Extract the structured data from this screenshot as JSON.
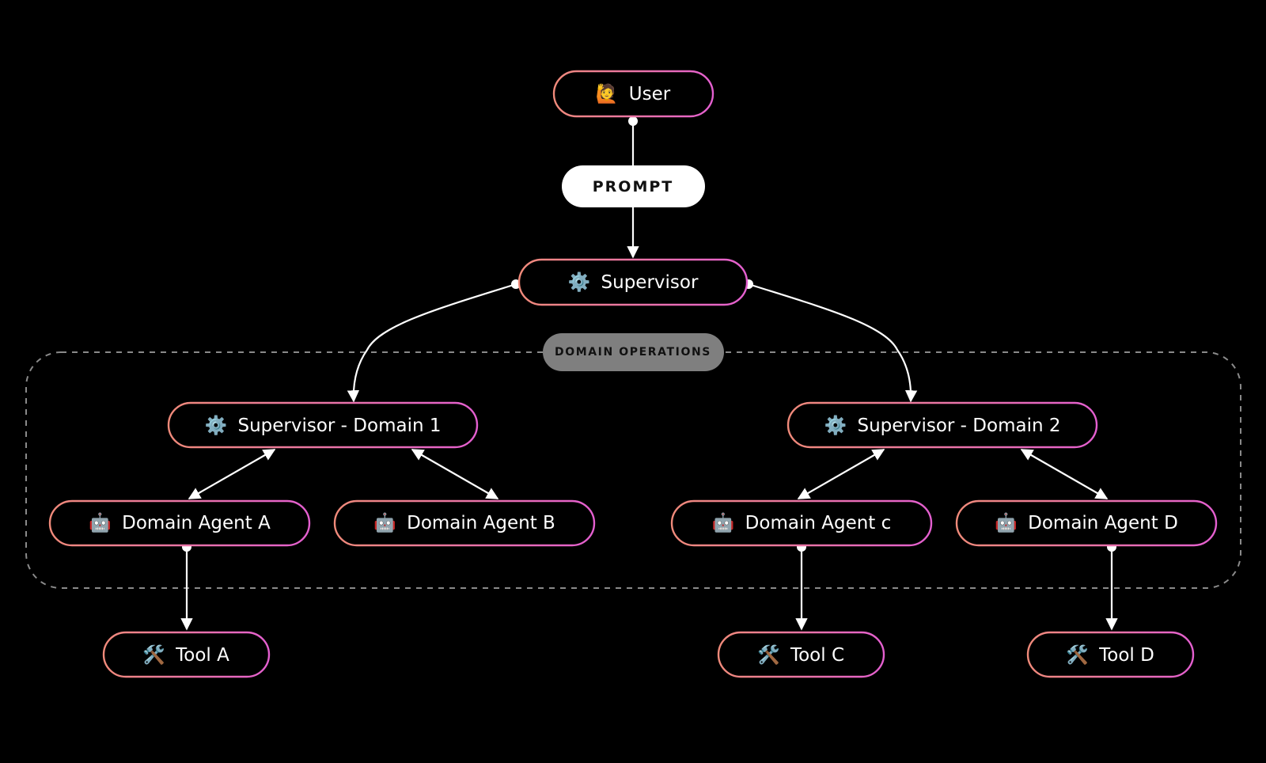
{
  "diagram": {
    "group_label": "DOMAIN OPERATIONS",
    "edge_label": "PROMPT",
    "colors": {
      "background": "#000000",
      "node_border_start": "#f08a7a",
      "node_border_end": "#e45fd0",
      "edge": "#ffffff",
      "group_border": "#8a8a8a",
      "group_pill": "#7f7f7f",
      "prompt_pill": "#ffffff"
    },
    "nodes": {
      "user": {
        "icon": "🙋",
        "icon_name": "person-raising-hand-icon",
        "label": "User"
      },
      "supervisor": {
        "icon": "⚙️",
        "icon_name": "gear-icon",
        "label": "Supervisor"
      },
      "supervisor_d1": {
        "icon": "⚙️",
        "icon_name": "gear-icon",
        "label": "Supervisor - Domain 1"
      },
      "supervisor_d2": {
        "icon": "⚙️",
        "icon_name": "gear-icon",
        "label": "Supervisor - Domain 2"
      },
      "agent_a": {
        "icon": "🤖",
        "icon_name": "robot-icon",
        "label": "Domain Agent A"
      },
      "agent_b": {
        "icon": "🤖",
        "icon_name": "robot-icon",
        "label": "Domain Agent B"
      },
      "agent_c": {
        "icon": "🤖",
        "icon_name": "robot-icon",
        "label": "Domain Agent c"
      },
      "agent_d": {
        "icon": "🤖",
        "icon_name": "robot-icon",
        "label": "Domain Agent D"
      },
      "tool_a": {
        "icon": "🛠️",
        "icon_name": "hammer-and-wrench-icon",
        "label": "Tool A"
      },
      "tool_c": {
        "icon": "🛠️",
        "icon_name": "hammer-and-wrench-icon",
        "label": "Tool C"
      },
      "tool_d": {
        "icon": "🛠️",
        "icon_name": "hammer-and-wrench-icon",
        "label": "Tool D"
      }
    },
    "edges": [
      {
        "from": "user",
        "to": "supervisor",
        "direction": "forward",
        "label": "PROMPT"
      },
      {
        "from": "supervisor",
        "to": "supervisor_d1",
        "direction": "forward"
      },
      {
        "from": "supervisor",
        "to": "supervisor_d2",
        "direction": "forward"
      },
      {
        "from": "supervisor_d1",
        "to": "agent_a",
        "direction": "both"
      },
      {
        "from": "supervisor_d1",
        "to": "agent_b",
        "direction": "both"
      },
      {
        "from": "supervisor_d2",
        "to": "agent_c",
        "direction": "both"
      },
      {
        "from": "supervisor_d2",
        "to": "agent_d",
        "direction": "both"
      },
      {
        "from": "agent_a",
        "to": "tool_a",
        "direction": "forward"
      },
      {
        "from": "agent_c",
        "to": "tool_c",
        "direction": "forward"
      },
      {
        "from": "agent_d",
        "to": "tool_d",
        "direction": "forward"
      }
    ]
  }
}
